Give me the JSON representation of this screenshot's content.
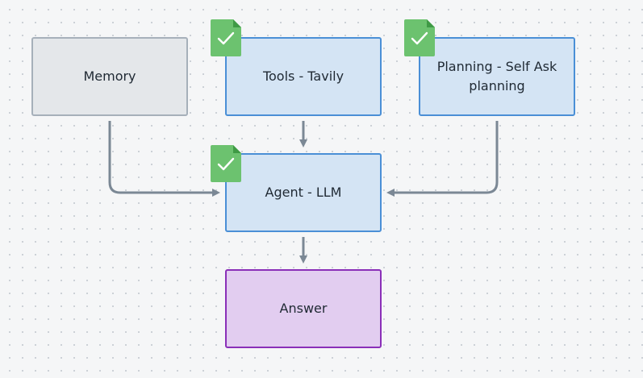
{
  "nodes": {
    "memory": {
      "label": "Memory"
    },
    "tools": {
      "label": "Tools - Tavily"
    },
    "planning": {
      "label": "Planning - Self Ask planning"
    },
    "agent": {
      "label": "Agent - LLM"
    },
    "answer": {
      "label": "Answer"
    }
  },
  "icons": {
    "status": "check-document-icon"
  },
  "colors": {
    "gray_fill": "#e4e7ea",
    "gray_border": "#a6b0ba",
    "blue_fill": "#d4e4f4",
    "blue_border": "#4a8fd6",
    "purple_fill": "#e2cdf0",
    "purple_border": "#8a2fb8",
    "connector": "#7b8895",
    "check_green": "#6cc26f"
  }
}
